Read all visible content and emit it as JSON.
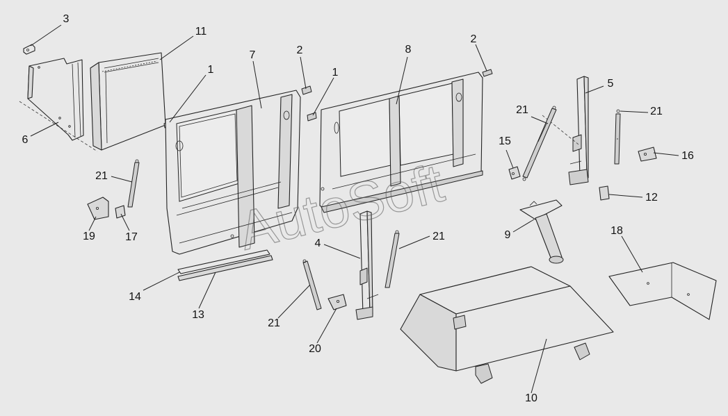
{
  "background_color": "#e9e9e9",
  "watermark": "AutoSoft",
  "callouts": [
    {
      "id": "c3",
      "label": "3"
    },
    {
      "id": "c11",
      "label": "11"
    },
    {
      "id": "c1a",
      "label": "1"
    },
    {
      "id": "c7",
      "label": "7"
    },
    {
      "id": "c2a",
      "label": "2"
    },
    {
      "id": "c1b",
      "label": "1"
    },
    {
      "id": "c8",
      "label": "8"
    },
    {
      "id": "c2b",
      "label": "2"
    },
    {
      "id": "c5",
      "label": "5"
    },
    {
      "id": "c21a",
      "label": "21"
    },
    {
      "id": "c21b",
      "label": "21"
    },
    {
      "id": "c6",
      "label": "6"
    },
    {
      "id": "c15",
      "label": "15"
    },
    {
      "id": "c16",
      "label": "16"
    },
    {
      "id": "c21c",
      "label": "21"
    },
    {
      "id": "c12",
      "label": "12"
    },
    {
      "id": "c19",
      "label": "19"
    },
    {
      "id": "c17",
      "label": "17"
    },
    {
      "id": "c4",
      "label": "4"
    },
    {
      "id": "c21d",
      "label": "21"
    },
    {
      "id": "c9",
      "label": "9"
    },
    {
      "id": "c18",
      "label": "18"
    },
    {
      "id": "c14",
      "label": "14"
    },
    {
      "id": "c13",
      "label": "13"
    },
    {
      "id": "c21e",
      "label": "21"
    },
    {
      "id": "c20",
      "label": "20"
    },
    {
      "id": "c10",
      "label": "10"
    }
  ]
}
